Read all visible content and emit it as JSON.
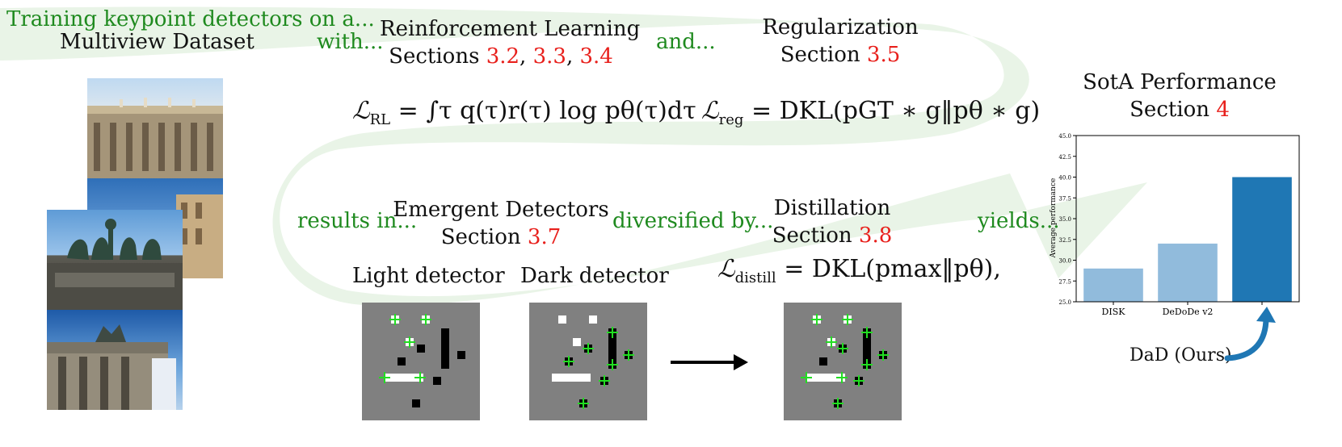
{
  "dataset": {
    "green_label": "Training keypoint detectors on a...",
    "title": "Multiview Dataset"
  },
  "connectors": {
    "with": "with...",
    "and": "and...",
    "results_in": "results in...",
    "diversified_by": "diversified by...",
    "yields": "yields..."
  },
  "rl": {
    "title": "Reinforcement Learning",
    "sections_prefix": "Sections",
    "refs": [
      "3.2",
      "3.3",
      "3.4"
    ],
    "formula_lhs": "ℒ",
    "formula_sub": "RL",
    "formula_rhs": "= ∫τ q(τ)r(τ) log pθ(τ)dτ"
  },
  "reg": {
    "title": "Regularization",
    "section_prefix": "Section",
    "ref": "3.5",
    "formula_lhs": "ℒ",
    "formula_sub": "reg",
    "formula_rhs": "= DKL(pGT ∗ g‖pθ ∗ g)"
  },
  "emergent": {
    "title": "Emergent Detectors",
    "section_prefix": "Section",
    "ref": "3.7",
    "light_label": "Light detector",
    "dark_label": "Dark detector"
  },
  "distill": {
    "title": "Distillation",
    "section_prefix": "Section",
    "ref": "3.8",
    "formula_lhs": "ℒ",
    "formula_sub": "distill",
    "formula_rhs": "= DKL(pmax‖pθ),"
  },
  "sota": {
    "title": "SotA Performance",
    "section_prefix": "Section",
    "ref": "4",
    "ours_label": "DaD (Ours)"
  },
  "colors": {
    "green": "#1f8a1f",
    "red": "#e8201c",
    "flow": "#e8f3e6",
    "bar_light": "#91bbdc",
    "bar_dark": "#1f77b4",
    "panel_gray": "#808080",
    "keypoint": "#22dd22"
  },
  "chart_data": {
    "type": "bar",
    "categories": [
      "DISK",
      "DeDoDe v2",
      ""
    ],
    "values": [
      29.0,
      32.0,
      40.0
    ],
    "ylabel": "Average performance",
    "ylim": [
      25.0,
      45.0
    ],
    "yticks": [
      "25.0",
      "27.5",
      "30.0",
      "32.5",
      "35.0",
      "37.5",
      "40.0",
      "42.5",
      "45.0"
    ],
    "highlight_index": 2
  }
}
